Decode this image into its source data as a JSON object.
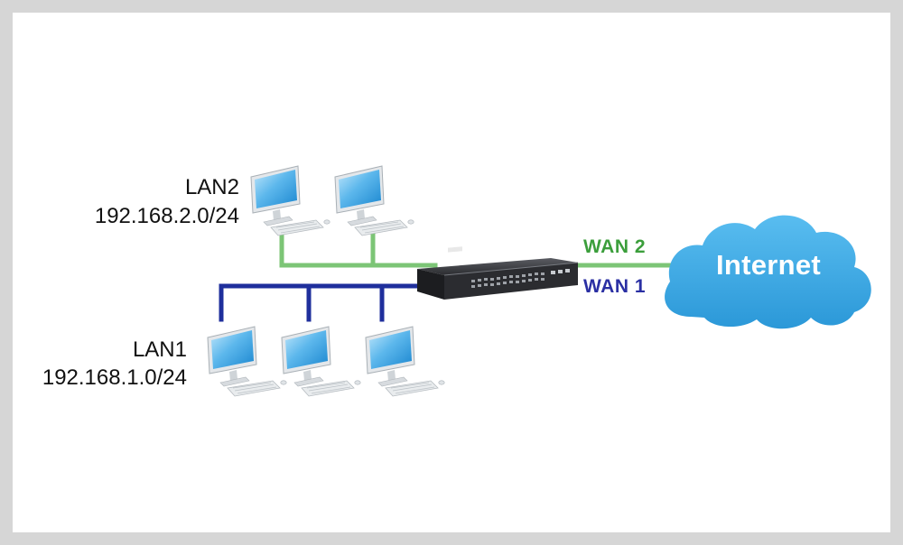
{
  "networks": {
    "lan2": {
      "name": "LAN2",
      "subnet": "192.168.2.0/24"
    },
    "lan1": {
      "name": "LAN1",
      "subnet": "192.168.1.0/24"
    }
  },
  "links": {
    "wan2": "WAN 2",
    "wan1": "WAN 1"
  },
  "cloud": {
    "label": "Internet"
  },
  "colors": {
    "lan2_line": "#7cc576",
    "lan1_line": "#1f2f9c",
    "wan2_text": "#3b9e3b",
    "wan1_text": "#2a2fa3",
    "cloud_fill": "#3aa8e2",
    "router_body": "#2b2c30"
  }
}
